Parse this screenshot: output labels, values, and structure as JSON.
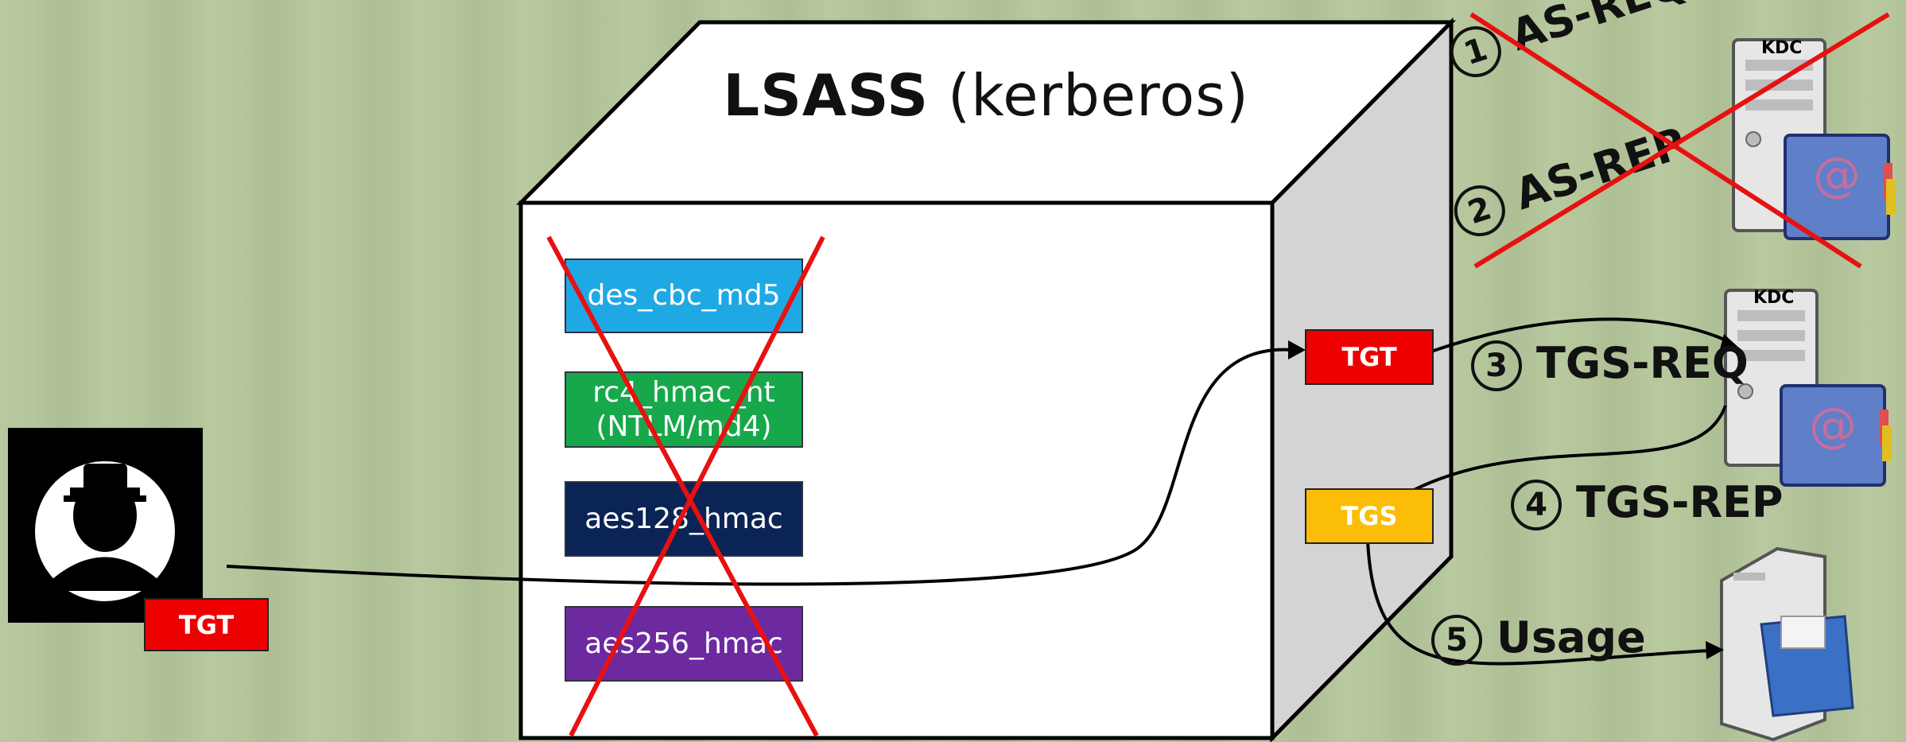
{
  "title": {
    "bold": "LSASS",
    "rest": " (kerberos)"
  },
  "ciphers": [
    "des_cbc_md5",
    "rc4_hmac_nt\n(NTLM/md4)",
    "aes128_hmac",
    "aes256_hmac"
  ],
  "tickets": {
    "tgt": "TGT",
    "tgs": "TGS",
    "attacker_tgt": "TGT"
  },
  "steps": [
    {
      "num": "1",
      "label": "AS-REQ"
    },
    {
      "num": "2",
      "label": "AS-REP"
    },
    {
      "num": "3",
      "label": "TGS-REQ"
    },
    {
      "num": "4",
      "label": "TGS-REP"
    },
    {
      "num": "5",
      "label": "Usage"
    }
  ],
  "kdc_label": "KDC",
  "colors": {
    "cross": "#e81010",
    "tgt": "#ee0000",
    "tgs": "#fbbd08"
  }
}
